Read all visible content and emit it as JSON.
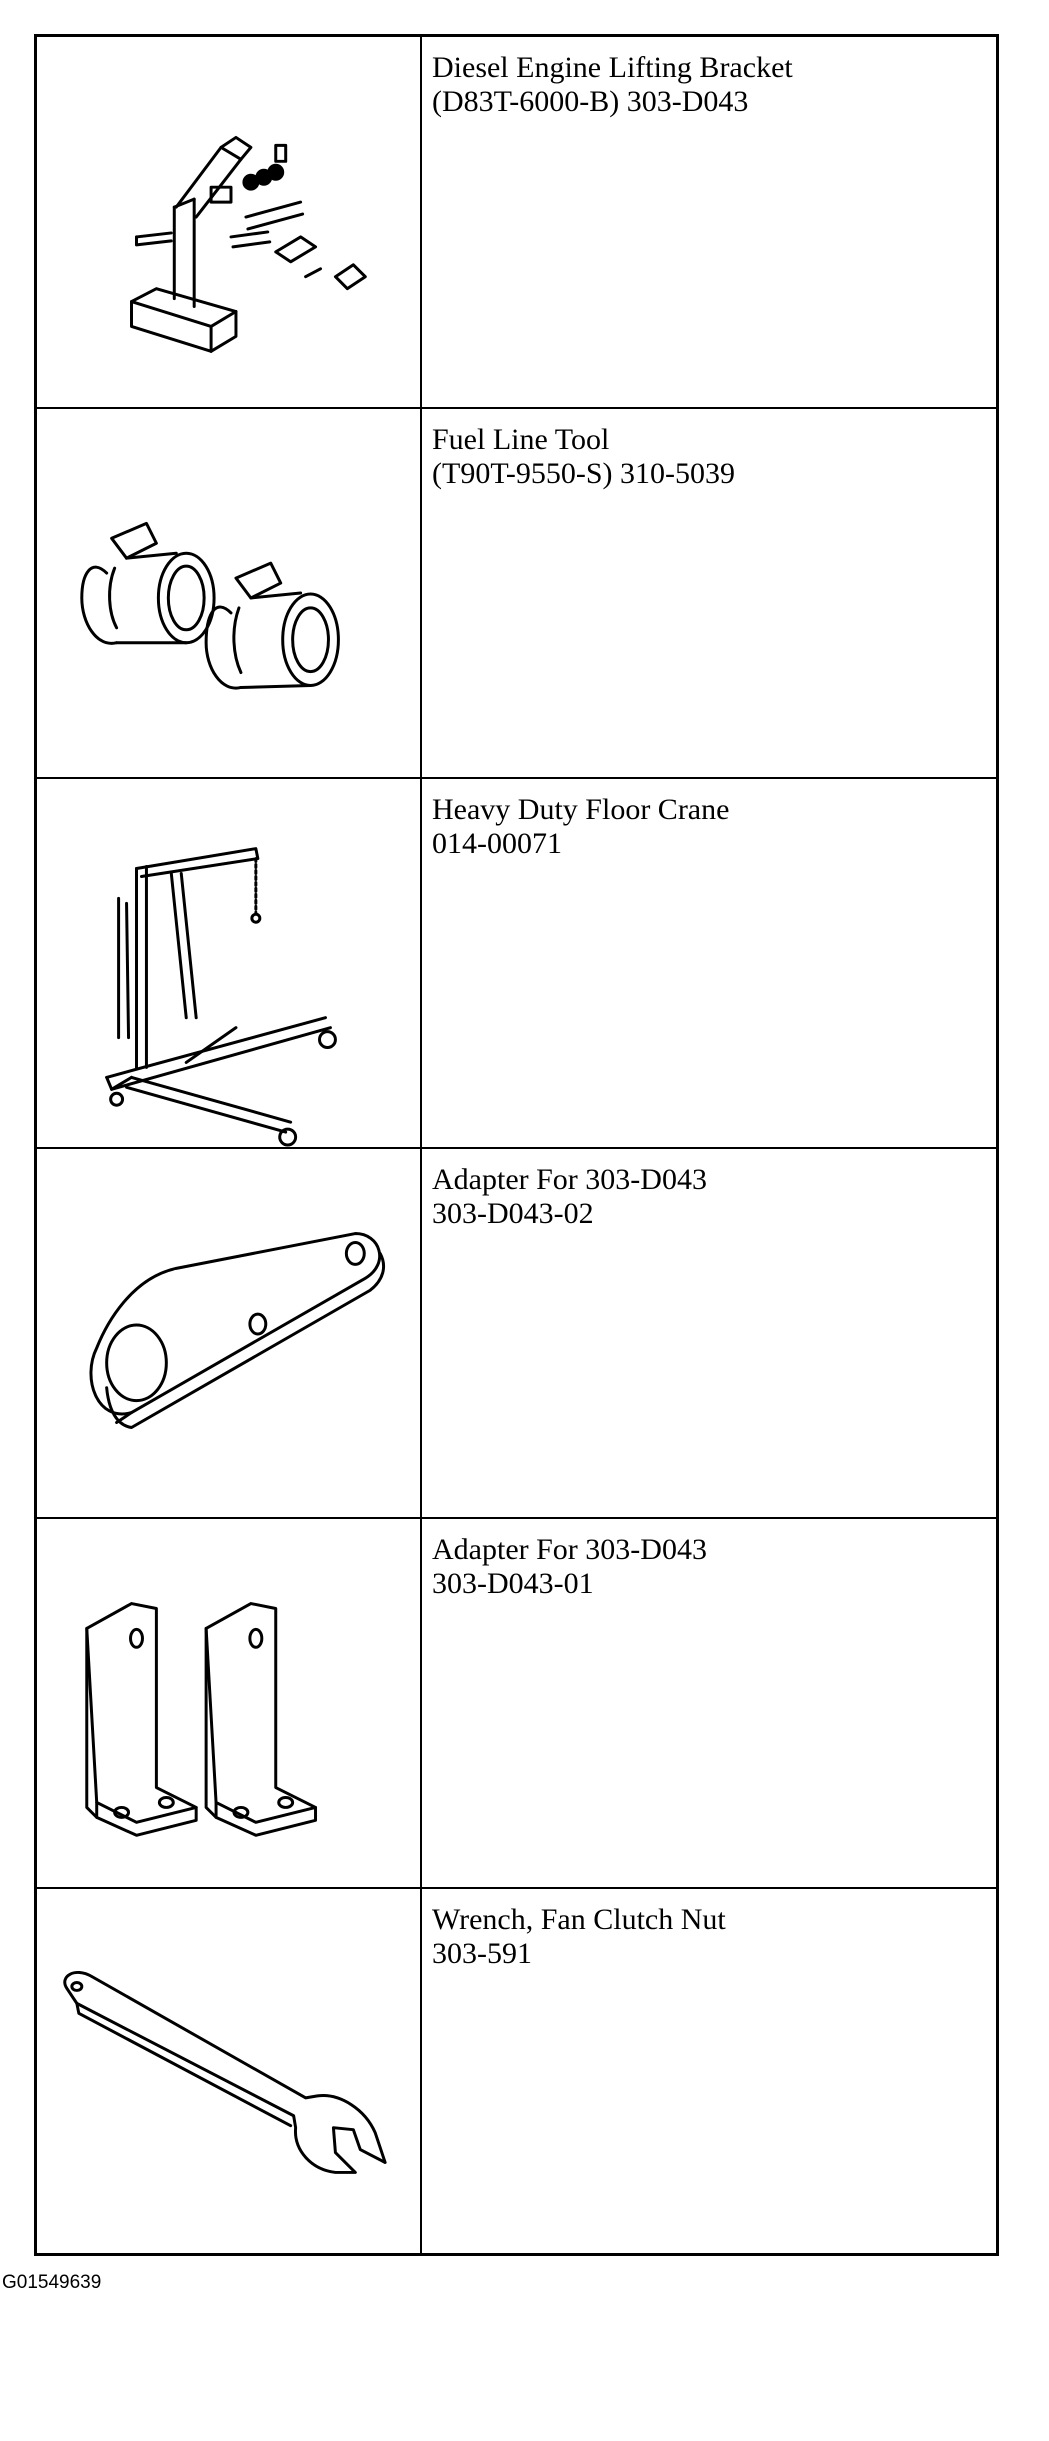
{
  "tools": [
    {
      "name": "Diesel Engine Lifting Bracket",
      "number": "(D83T-6000-B) 303-D043",
      "icon": "lifting-bracket-icon"
    },
    {
      "name": "Fuel Line Tool",
      "number": "(T90T-9550-S) 310-5039",
      "icon": "fuel-line-tool-icon"
    },
    {
      "name": "Heavy Duty Floor Crane",
      "number": "014-00071",
      "icon": "floor-crane-icon"
    },
    {
      "name": "Adapter For 303-D043",
      "number": "303-D043-02",
      "icon": "adapter-plate-icon"
    },
    {
      "name": "Adapter For 303-D043",
      "number": "303-D043-01",
      "icon": "adapter-brackets-icon"
    },
    {
      "name": "Wrench, Fan Clutch Nut",
      "number": "303-591",
      "icon": "fan-clutch-wrench-icon"
    }
  ],
  "footer": {
    "code": "G01549639"
  }
}
